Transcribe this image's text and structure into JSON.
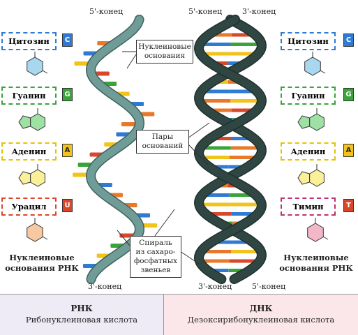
{
  "ends": {
    "rna_top": "5'-конец",
    "dna_top_left": "5'-конец",
    "dna_top_right": "3'-конец",
    "rna_bottom": "3'-конец",
    "dna_bottom_left": "3'-конец",
    "dna_bottom_right": "5'-конец"
  },
  "left_bases": [
    {
      "name": "Цитозин",
      "letter": "C",
      "color": "#2f7bd3"
    },
    {
      "name": "Гуанин",
      "letter": "G",
      "color": "#3aa33a"
    },
    {
      "name": "Аденин",
      "letter": "A",
      "color": "#f2c31b"
    },
    {
      "name": "Урацил",
      "letter": "U",
      "color": "#d9472b"
    }
  ],
  "right_bases": [
    {
      "name": "Цитозин",
      "letter": "C",
      "color": "#2f7bd3"
    },
    {
      "name": "Гуанин",
      "letter": "G",
      "color": "#3aa33a"
    },
    {
      "name": "Аденин",
      "letter": "A",
      "color": "#f2c31b"
    },
    {
      "name": "Тимин",
      "letter": "T",
      "color": "#d9472b"
    }
  ],
  "captions": {
    "left_line1": "Нуклеиновые",
    "left_line2": "основания РНК",
    "right_line1": "Нуклеиновые",
    "right_line2": "основания РНК"
  },
  "callouts": {
    "nucleobases": [
      "Нуклеиновые",
      "основания"
    ],
    "pairs": [
      "Пары",
      "оснований"
    ],
    "backbone": [
      "Спираль",
      "из сахаро-",
      "фосфатных",
      "звеньев"
    ]
  },
  "panels": {
    "rna": {
      "title": "РНК",
      "subtitle": "Рибонуклеиновая кислота"
    },
    "dna": {
      "title": "ДНК",
      "subtitle": "Дезоксирибонуклеиновая кислота"
    }
  },
  "colors": {
    "rna_strand": "#6f9c97",
    "dna_strand": "#2f4642",
    "dna_strand_dark": "#1f302d",
    "cytosine": "#2f7bd3",
    "guanine": "#3aa33a",
    "adenine": "#f2c31b",
    "uracil_thymine": "#d9472b",
    "orange": "#e8792b",
    "rna_panel": "#eeeaf6",
    "dna_panel": "#fbe7ea",
    "cytosine_mol": "#a9d7ef",
    "guanine_mol": "#9fe0a5",
    "adenine_mol": "#fbf09a",
    "uracil_mol": "#f6c9a3",
    "thymine_mol": "#f3b8c8"
  }
}
